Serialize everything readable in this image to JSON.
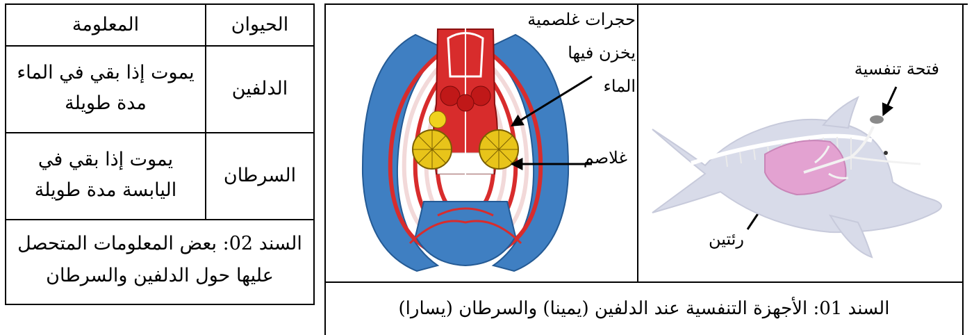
{
  "table": {
    "header_animal": "الحيوان",
    "header_info": "المعلومة",
    "rows": [
      {
        "animal": "الدلفين",
        "info_line1": "يموت إذا بقي في الماء",
        "info_line2": "مدة طويلة"
      },
      {
        "animal": "السرطان",
        "info_line1": "يموت إذا بقي في",
        "info_line2": "اليابسة مدة طويلة"
      }
    ],
    "caption_line1": "السند 02: بعض المعلومات المتحصل",
    "caption_line2": "عليها حول الدلفين والسرطان"
  },
  "figure": {
    "caption": "السند 01: الأجهزة التنفسية عند الدلفين (يمينا) والسرطان (يسارا)",
    "crab_labels": {
      "chambers_line1": "حجرات غلصمية",
      "chambers_line2": "يخزن فيها",
      "chambers_line3": "الماء",
      "gills": "غلاصم"
    },
    "dolphin_labels": {
      "blowhole": "فتحة تنفسية",
      "lungs": "رئتين"
    }
  }
}
